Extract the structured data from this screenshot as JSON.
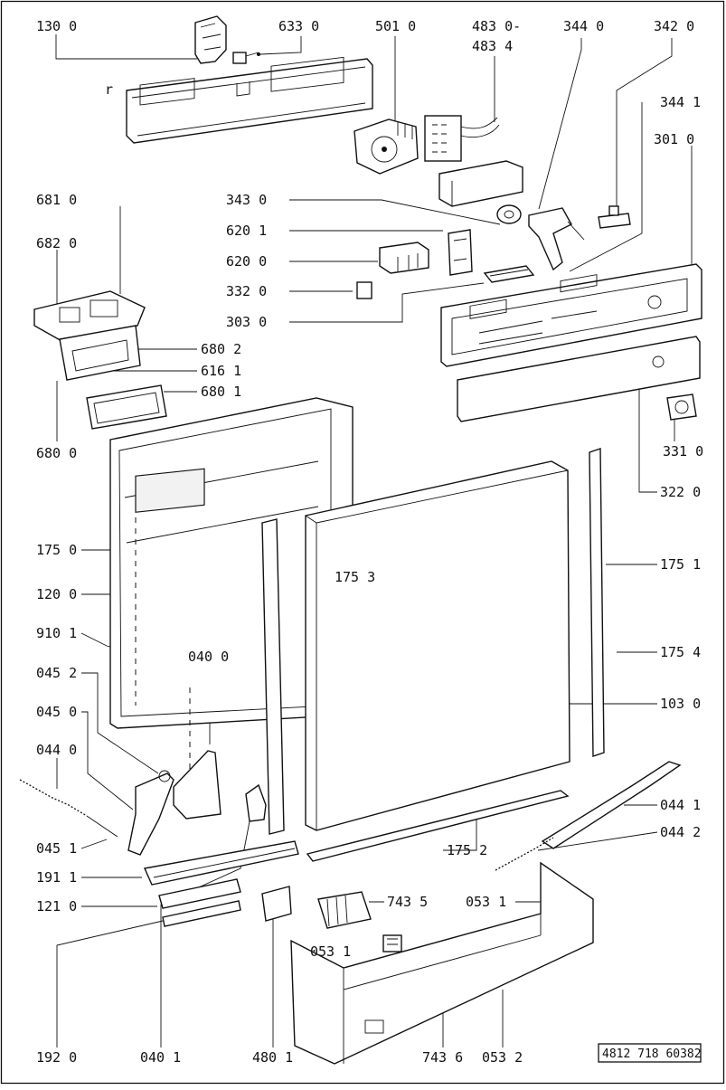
{
  "document_number": "4812 718 60382",
  "labels": {
    "l1300": "130 0",
    "l6330": "633 0",
    "l5010": "501 0",
    "l4830": "483 0-",
    "l4834": "483 4",
    "l3440": "344 0",
    "l3420": "342 0",
    "l3441": "344 1",
    "l3010": "301 0",
    "l6810": "681 0",
    "l6820": "682 0",
    "l3430": "343 0",
    "l6201": "620 1",
    "l6200": "620 0",
    "l3320": "332 0",
    "l3030": "303 0",
    "l6802": "680 2",
    "l6161": "616 1",
    "l6801": "680 1",
    "l6800": "680 0",
    "l3310": "331 0",
    "l3220": "322 0",
    "l1750": "175 0",
    "l1753": "175 3",
    "l1751": "175 1",
    "l1200": "120 0",
    "l9101": "910 1",
    "l1754": "175 4",
    "l0400": "040 0",
    "l0452": "045 2",
    "l1030": "103 0",
    "l0450": "045 0",
    "l0440": "044 0",
    "l0441": "044 1",
    "l0451": "045 1",
    "l1752": "175 2",
    "l0442": "044 2",
    "l1911": "191 1",
    "l7435": "743 5",
    "l0531a": "053 1",
    "l1210": "121 0",
    "l0531b": "053 1",
    "l1920": "192 0",
    "l0401": "040 1",
    "l4801": "480 1",
    "l7436": "743 6",
    "l0532": "053 2"
  }
}
